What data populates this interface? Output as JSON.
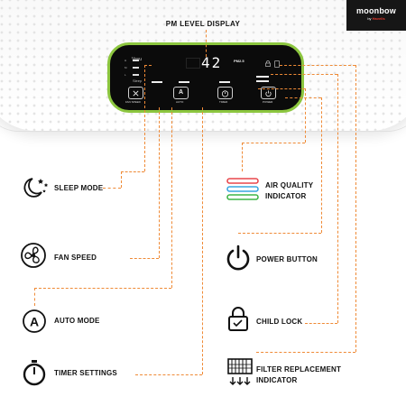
{
  "brand": {
    "name": "moonbow",
    "by": "by",
    "maker": "Havells"
  },
  "title": "PM LEVEL DISPLAY",
  "panel": {
    "brand": "Vayu",
    "speed_levels": [
      "H",
      "M",
      "L"
    ],
    "sleep_label": "Sleep",
    "pm_value": "42",
    "pm_unit": "PM2.5",
    "buttons": {
      "fan_speed": "FAN SPEED",
      "auto": "AUTO",
      "timer": "TIMER",
      "power": "POWER"
    }
  },
  "features": {
    "sleep_mode": "SLEEP MODE",
    "fan_speed": "FAN SPEED",
    "auto_mode": "AUTO MODE",
    "timer_settings": "TIMER SETTINGS",
    "air_quality_line1": "AIR QUALITY",
    "air_quality_line2": "INDICATOR",
    "power_button": "POWER BUTTON",
    "child_lock": "CHILD LOCK",
    "filter_line1": "FILTER REPLACEMENT",
    "filter_line2": "INDICATOR"
  },
  "colors": {
    "accent": "#ef8a36",
    "panel_border": "#8cc63f",
    "aq_red": "#e8474c",
    "aq_blue": "#39a6e0",
    "aq_green": "#3fb548"
  },
  "icons": [
    "moon-stars-icon",
    "fan-icon",
    "auto-a-icon",
    "stopwatch-icon",
    "air-quality-bars-icon",
    "power-icon",
    "padlock-icon",
    "filter-icon"
  ]
}
